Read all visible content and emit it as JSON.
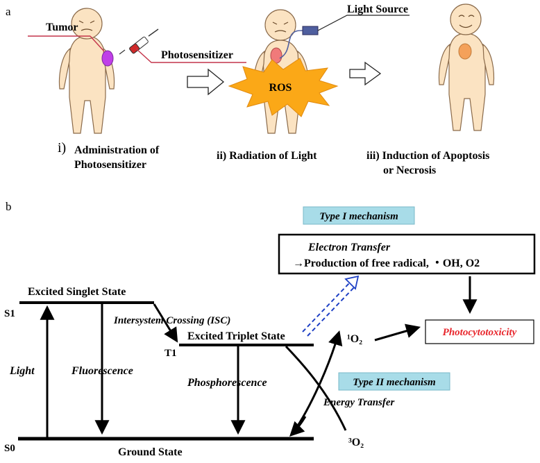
{
  "panel_a": {
    "letter": "a",
    "tumor_label": "Tumor",
    "photosensitizer_label": "Photosensitizer",
    "light_source_label": "Light Source",
    "ros_label": "ROS",
    "steps": [
      {
        "numeral": "i)",
        "line1": "Administration of",
        "line2": "Photosensitizer"
      },
      {
        "line1": "ii) Radiation of Light"
      },
      {
        "line1": "iii) Induction of Apoptosis",
        "line2": "or Necrosis"
      }
    ]
  },
  "panel_b": {
    "letter": "b",
    "type1_label": "Type I mechanism",
    "type2_label": "Type II mechanism",
    "electron_transfer": "Electron Transfer",
    "free_radical": "→Production of free radical, ・OH, O2",
    "photocytotoxicity": "Photocytotoxicity",
    "excited_singlet": "Excited Singlet State",
    "excited_triplet": "Excited Triplet State",
    "ground_state": "Ground State",
    "s1": "S1",
    "t1": "T1",
    "s0": "S0",
    "light": "Light",
    "fluorescence": "Fluorescence",
    "isc": "Intersystem Crossing (ISC)",
    "phosphorescence": "Phosphorescence",
    "energy_transfer": "Energy Transfer",
    "singlet_oxygen": "¹O₂",
    "triplet_oxygen": "³O₂"
  },
  "colors": {
    "skin": "#fbe3c2",
    "tumor_purple": "#c03ee8",
    "tumor_red": "#f07a7a",
    "tumor_orange": "#f4a15a",
    "ros_burst": "#fba817",
    "type_box": "#a8dce8",
    "photocytotoxicity_text": "#e8262c",
    "dashed_arrow": "#1d3fc4",
    "syringe_red": "#d02a2a",
    "light_source": "#4f5f9f"
  }
}
